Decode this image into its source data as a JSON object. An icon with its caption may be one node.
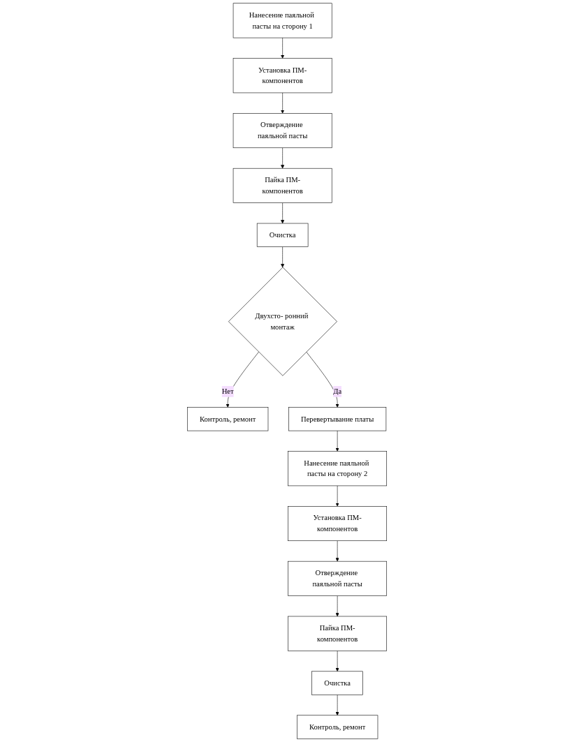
{
  "diagram": {
    "nodes": [
      {
        "text": [
          "Нанесение паяльной пасты на сторону 1"
        ]
      },
      {
        "text": [
          "Установка ПМ-компонентов"
        ]
      },
      {
        "text": [
          "Отверждение паяльной пасты"
        ]
      },
      {
        "text": [
          "Пайка ПМ-компонентов"
        ]
      },
      {
        "text": [
          "Очистка"
        ]
      },
      {
        "text": [
          "Двухсто- ронний монтаж"
        ]
      },
      {
        "text": [
          "Контроль, ремонт"
        ]
      },
      {
        "text": [
          "Перевертывание платы"
        ]
      },
      {
        "text": [
          "Нанесение паяльной пасты на сторону 2"
        ]
      },
      {
        "text": [
          "Установка ПМ-компонентов"
        ]
      },
      {
        "text": [
          "Отверждение паяльной пасты"
        ]
      },
      {
        "text": [
          "Пайка ПМ-компонентов"
        ]
      },
      {
        "text": [
          "Очистка"
        ]
      },
      {
        "text": [
          "Контроль, ремонт"
        ]
      }
    ],
    "edges": [
      {
        "from": 0,
        "to": 1,
        "arrow": "to"
      },
      {
        "from": 1,
        "to": 2,
        "arrow": "to"
      },
      {
        "from": 2,
        "to": 3,
        "arrow": "to"
      },
      {
        "from": 3,
        "to": 4,
        "arrow": "to"
      },
      {
        "from": 4,
        "to": 5,
        "arrow": "to"
      },
      {
        "from": 5,
        "to": 6,
        "arrow": "to",
        "label": "Нет"
      },
      {
        "from": 5,
        "to": 7,
        "arrow": "to",
        "label": "Да"
      },
      {
        "from": 7,
        "to": 8,
        "arrow": "to"
      },
      {
        "from": 8,
        "to": 9,
        "arrow": "to"
      },
      {
        "from": 9,
        "to": 10,
        "arrow": "to"
      },
      {
        "from": 10,
        "to": 11,
        "arrow": "to"
      },
      {
        "from": 11,
        "to": 12,
        "arrow": "to"
      },
      {
        "from": 12,
        "to": 13,
        "arrow": "to"
      }
    ]
  }
}
